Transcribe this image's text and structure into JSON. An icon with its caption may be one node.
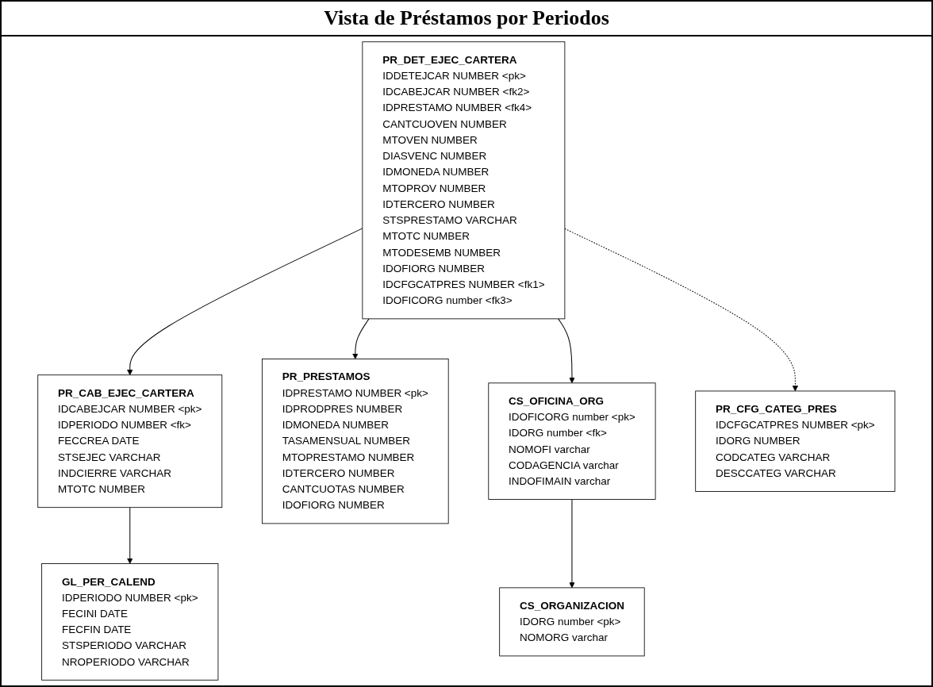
{
  "diagram": {
    "title": "Vista de Préstamos por Periodos",
    "nodes": [
      {
        "text": [
          "CS_ORGANIZACION",
          "IDORG number <pk>",
          "NOMORG varchar"
        ]
      },
      {
        "text": [
          "CS_OFICINA_ORG",
          "IDOFICORG number <pk>",
          "IDORG number <fk>",
          "NOMOFI varchar",
          "CODAGENCIA varchar",
          "INDOFIMAIN varchar"
        ]
      },
      {
        "text": [
          "PR_PRESTAMOS",
          "IDPRESTAMO NUMBER <pk>",
          "IDPRODPRES NUMBER",
          "IDMONEDA NUMBER",
          "TASAMENSUAL NUMBER",
          "MTOPRESTAMO NUMBER",
          "IDTERCERO NUMBER",
          "CANTCUOTAS NUMBER",
          "IDOFIORG NUMBER"
        ]
      },
      {
        "text": [
          "GL_PER_CALEND",
          "IDPERIODO NUMBER <pk>",
          "FECINI DATE",
          "FECFIN DATE",
          "STSPERIODO VARCHAR",
          "NROPERIODO VARCHAR"
        ]
      },
      {
        "text": [
          "PR_DET_EJEC_CARTERA",
          "IDDETEJCAR NUMBER <pk>",
          "IDCABEJCAR NUMBER <fk2>",
          "IDPRESTAMO NUMBER <fk4>",
          "CANTCUOVEN NUMBER",
          "MTOVEN NUMBER",
          "DIASVENC NUMBER",
          "IDMONEDA NUMBER",
          "MTOPROV NUMBER",
          "IDTERCERO NUMBER",
          "STSPRESTAMO VARCHAR",
          "MTOTC NUMBER",
          "MTODESEMB NUMBER",
          "IDOFIORG NUMBER",
          "IDCFGCATPRES NUMBER <fk1>",
          "IDOFICORG number <fk3>"
        ]
      },
      {
        "text": [
          "PR_CAB_EJEC_CARTERA",
          "IDCABEJCAR NUMBER <pk>",
          "IDPERIODO NUMBER <fk>",
          "FECCREA DATE",
          "STSEJEC VARCHAR",
          "INDCIERRE VARCHAR",
          "MTOTC NUMBER"
        ]
      },
      {
        "text": [
          "PR_CFG_CATEG_PRES",
          "IDCFGCATPRES NUMBER <pk>",
          "IDORG NUMBER",
          "CODCATEG VARCHAR",
          "DESCCATEG VARCHAR"
        ]
      }
    ],
    "edges": [
      {
        "from": 1,
        "to": 0,
        "arrow": "to"
      },
      {
        "from": 4,
        "to": 2,
        "arrow": "to"
      },
      {
        "from": 5,
        "to": 3,
        "arrow": "to"
      },
      {
        "from": 4,
        "to": 5,
        "arrow": "to"
      },
      {
        "from": 4,
        "to": 1,
        "arrow": "to"
      },
      {
        "from": 4,
        "to": 6,
        "arrow": "to",
        "style": "dashed"
      }
    ]
  }
}
